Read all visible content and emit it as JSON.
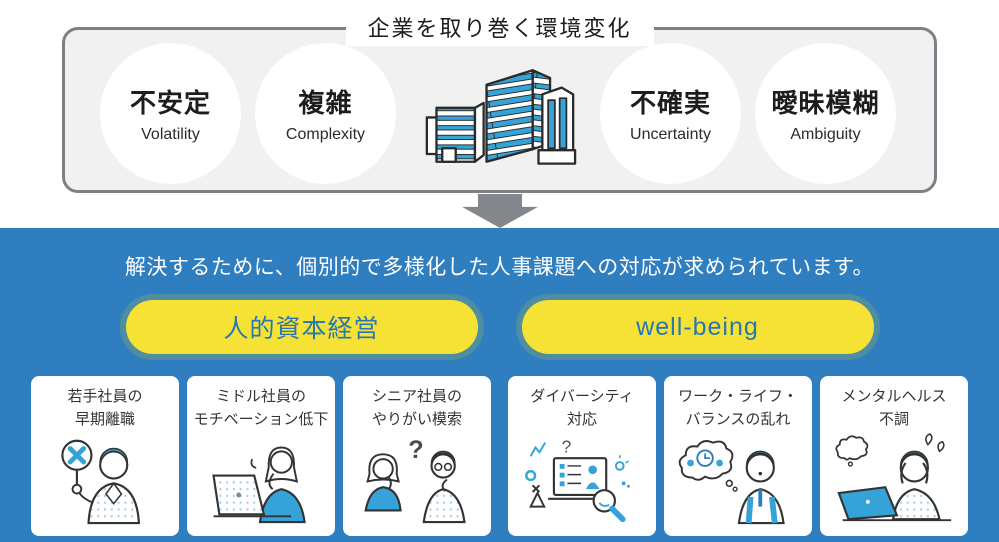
{
  "header": {
    "title": "企業を取り巻く環境変化",
    "vuca": [
      {
        "jp": "不安定",
        "en": "Volatility"
      },
      {
        "jp": "複雑",
        "en": "Complexity"
      },
      {
        "jp": "不確実",
        "en": "Uncertainty"
      },
      {
        "jp": "曖昧模糊",
        "en": "Ambiguity"
      }
    ],
    "center_icon": "office-buildings"
  },
  "solution": {
    "lead": "解決するために、個別的で多様化した人事課題への対応が求められています。",
    "pills": [
      {
        "label": "人的資本経営"
      },
      {
        "label": "well-being"
      }
    ],
    "cards": [
      {
        "title_lines": [
          "若手社員の",
          "早期離職"
        ],
        "icon": "man-holding-x-sign"
      },
      {
        "title_lines": [
          "ミドル社員の",
          "モチベーション低下"
        ],
        "icon": "woman-thinking-at-laptop"
      },
      {
        "title_lines": [
          "シニア社員の",
          "やりがい模索"
        ],
        "icon": "two-people-wondering"
      },
      {
        "title_lines": [
          "ダイバーシティ",
          "対応"
        ],
        "icon": "screen-with-person-and-magnifier"
      },
      {
        "title_lines": [
          "ワーク・ライフ・",
          "バランスの乱れ"
        ],
        "icon": "man-with-thought-bubble"
      },
      {
        "title_lines": [
          "メンタルヘルス",
          "不調"
        ],
        "icon": "stressed-person-at-laptop"
      }
    ]
  },
  "colors": {
    "section_blue": "#2e7ec0",
    "pill_yellow": "#f6e135",
    "pill_text_blue": "#2677b4",
    "pill_ring": "#4f8ea1",
    "box_fill": "#f1f1f2",
    "box_border": "#7c8187",
    "arrow_gray": "#83878c",
    "illustration_blue": "#35a3d8",
    "text_dark": "#1d1d1d"
  }
}
